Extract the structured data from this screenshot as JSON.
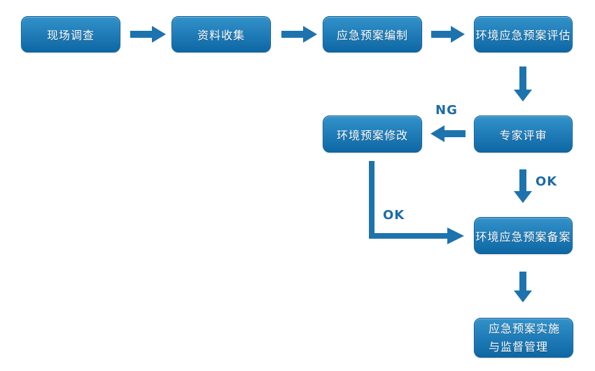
{
  "diagram": {
    "type": "flowchart",
    "background": "#ffffff",
    "nodes": [
      {
        "id": "site-survey",
        "label": "现场调查"
      },
      {
        "id": "data-collection",
        "label": "资料收集"
      },
      {
        "id": "plan-compile",
        "label": "应急预案编制"
      },
      {
        "id": "plan-evaluate",
        "label": "环境应急预案评估"
      },
      {
        "id": "plan-revise",
        "label": "环境预案修改"
      },
      {
        "id": "expert-review",
        "label": "专家评审"
      },
      {
        "id": "plan-filing",
        "label": "环境应急预案备案"
      },
      {
        "id": "implementation",
        "label_line1": "应急预案实施",
        "label_line2": "与监督管理"
      }
    ],
    "edges": [
      {
        "from": "site-survey",
        "to": "data-collection",
        "label": ""
      },
      {
        "from": "data-collection",
        "to": "plan-compile",
        "label": ""
      },
      {
        "from": "plan-compile",
        "to": "plan-evaluate",
        "label": ""
      },
      {
        "from": "plan-evaluate",
        "to": "expert-review",
        "label": ""
      },
      {
        "from": "expert-review",
        "to": "plan-revise",
        "label": "NG"
      },
      {
        "from": "expert-review",
        "to": "plan-filing",
        "label": "OK"
      },
      {
        "from": "plan-revise",
        "to": "plan-filing",
        "label": "OK"
      },
      {
        "from": "plan-filing",
        "to": "implementation",
        "label": ""
      }
    ],
    "edge_labels": {
      "ng": "NG",
      "ok_review": "OK",
      "ok_elbow": "OK"
    },
    "colors": {
      "node_gradient_top": "#3392c9",
      "node_gradient_bottom": "#0e67a3",
      "node_border": "#0d5f98",
      "node_text": "#ffffff",
      "arrow": "#1d73ae",
      "edge_label_text": "#1c6ba6"
    }
  }
}
